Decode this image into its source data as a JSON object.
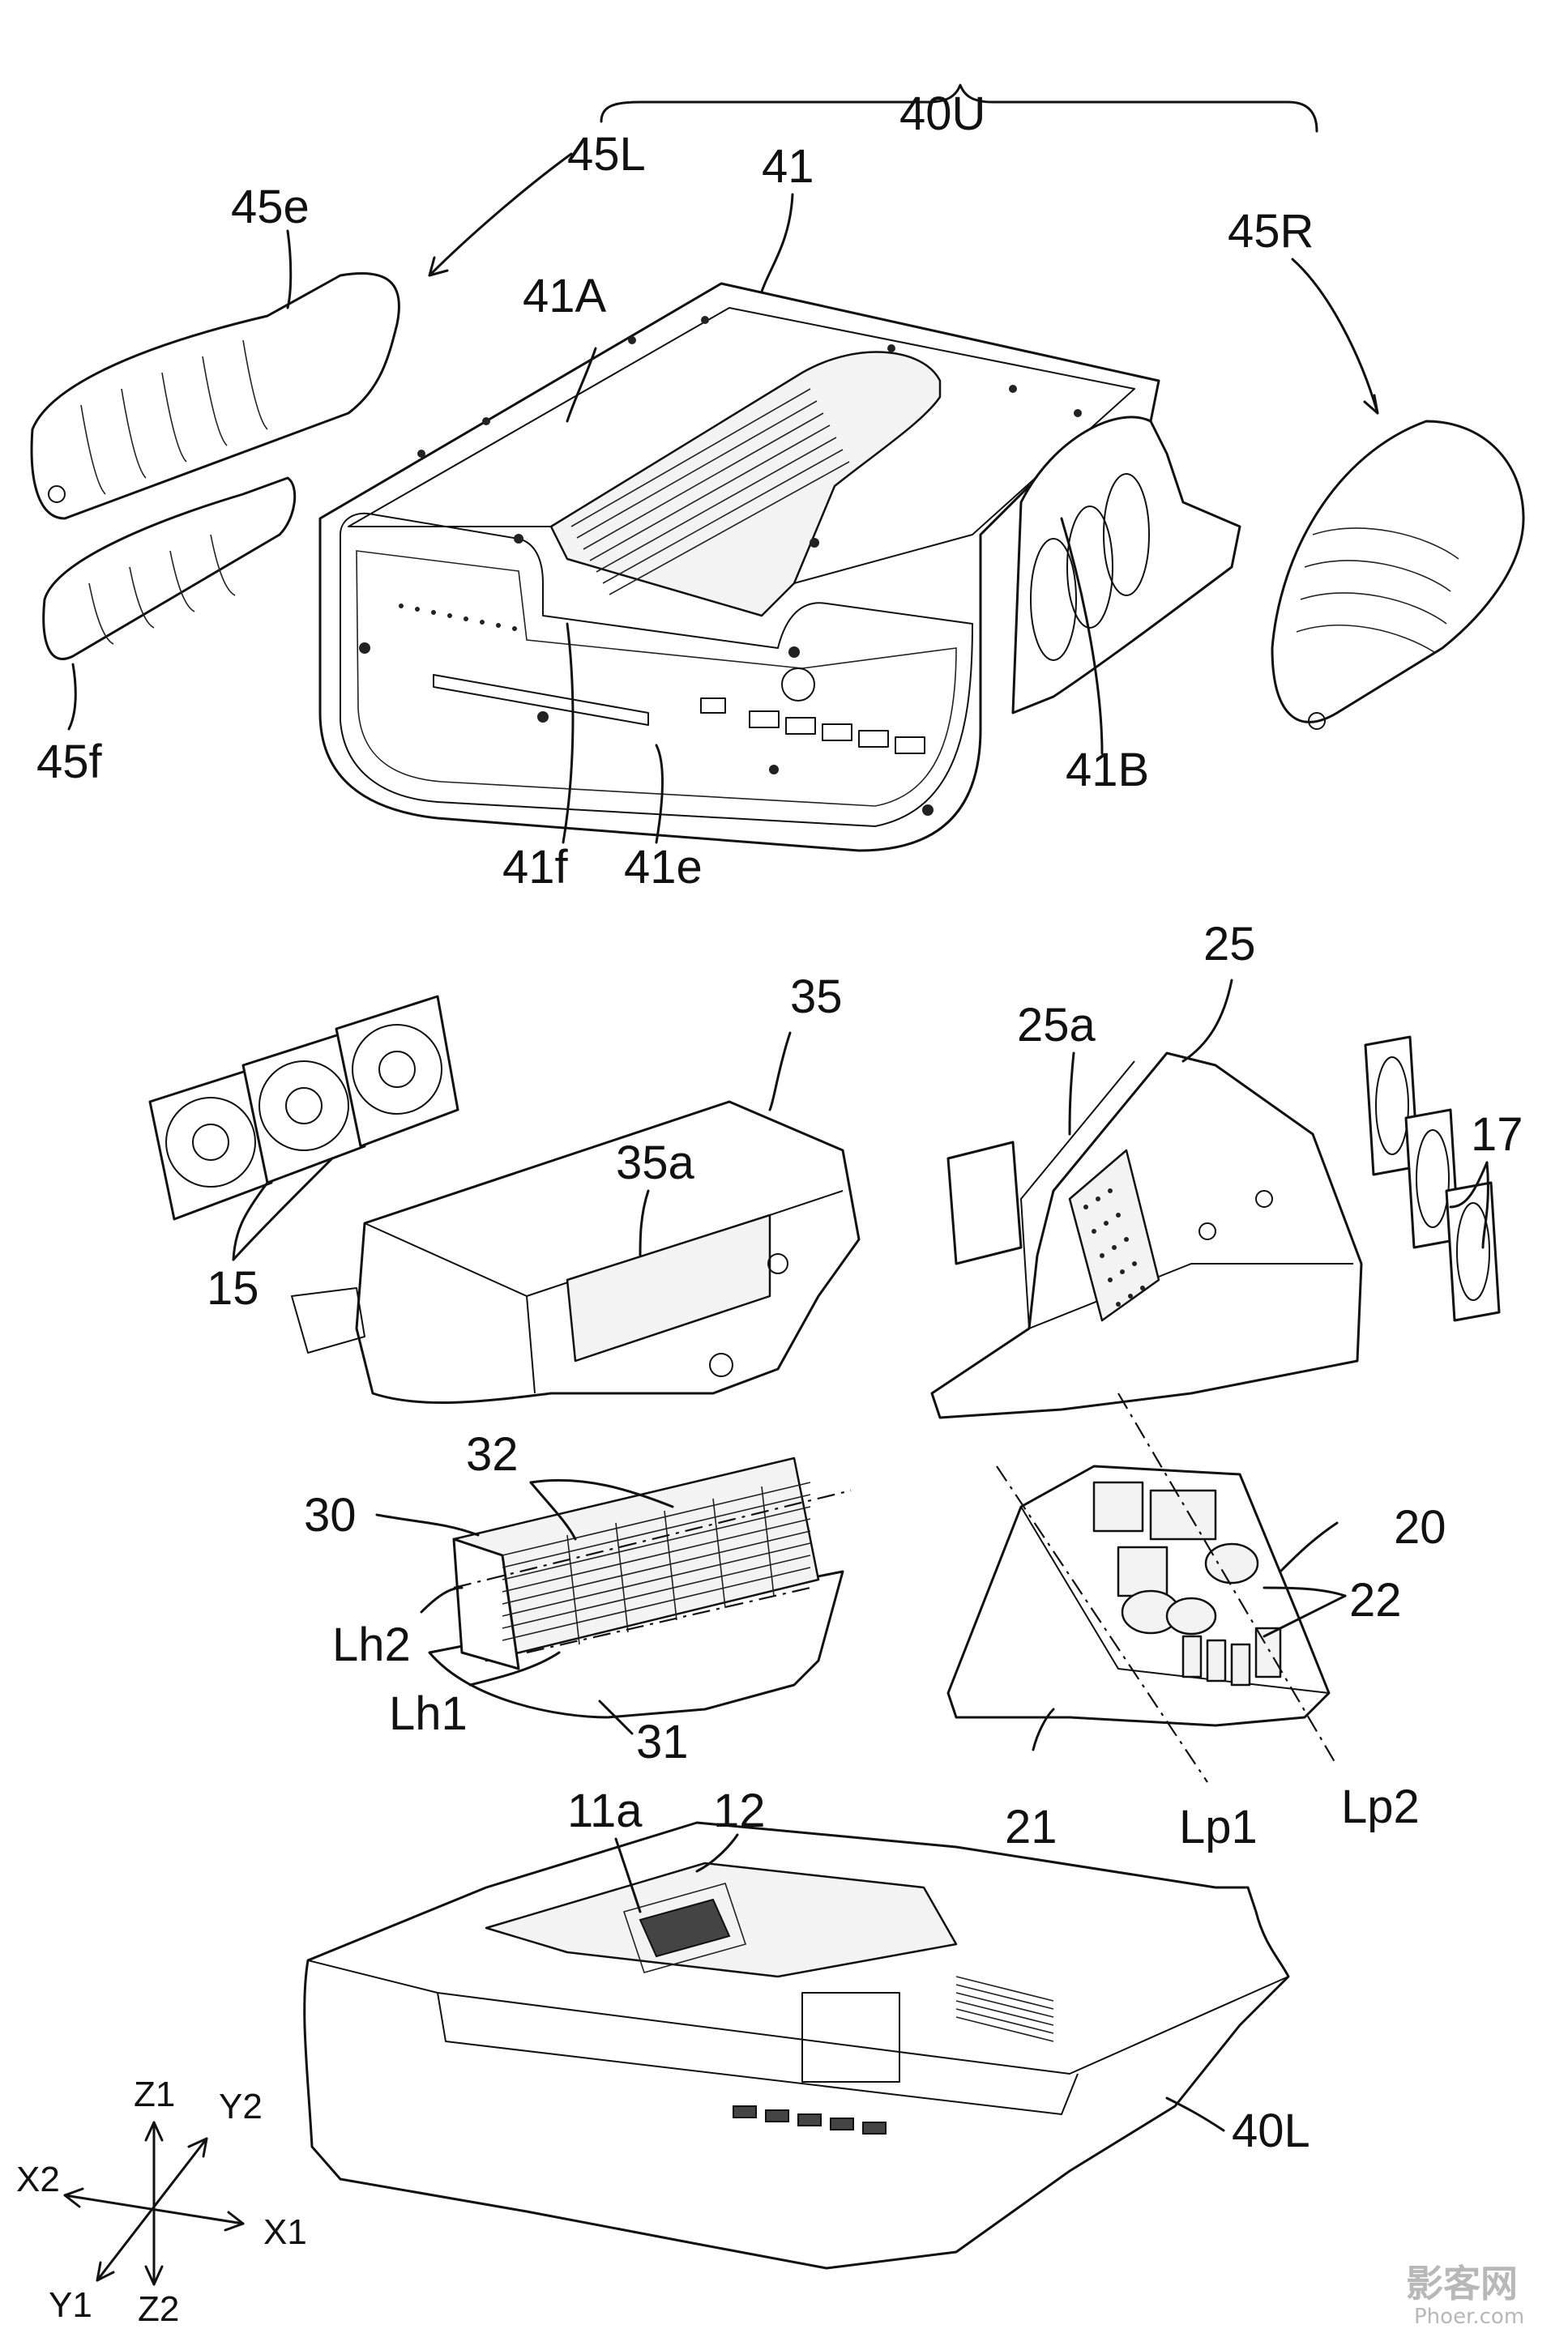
{
  "figure": {
    "labels": {
      "l40U": "40U",
      "l41": "41",
      "l45L": "45L",
      "l45R": "45R",
      "l45e": "45e",
      "l45f": "45f",
      "l41A": "41A",
      "l41B": "41B",
      "l41f": "41f",
      "l41e": "41e",
      "l35": "35",
      "l35a": "35a",
      "l15": "15",
      "l25": "25",
      "l25a": "25a",
      "l17": "17",
      "l32": "32",
      "l30": "30",
      "lLh2": "Lh2",
      "lLh1": "Lh1",
      "l31": "31",
      "l20": "20",
      "l22": "22",
      "l21": "21",
      "lLp1": "Lp1",
      "lLp2": "Lp2",
      "l11a": "11a",
      "l12": "12",
      "l40L": "40L"
    },
    "axes": {
      "Z1": "Z1",
      "Z2": "Z2",
      "Y1": "Y1",
      "Y2": "Y2",
      "X1": "X1",
      "X2": "X2"
    },
    "watermark": {
      "main": "影客网",
      "sub": "Phoer.com"
    }
  }
}
